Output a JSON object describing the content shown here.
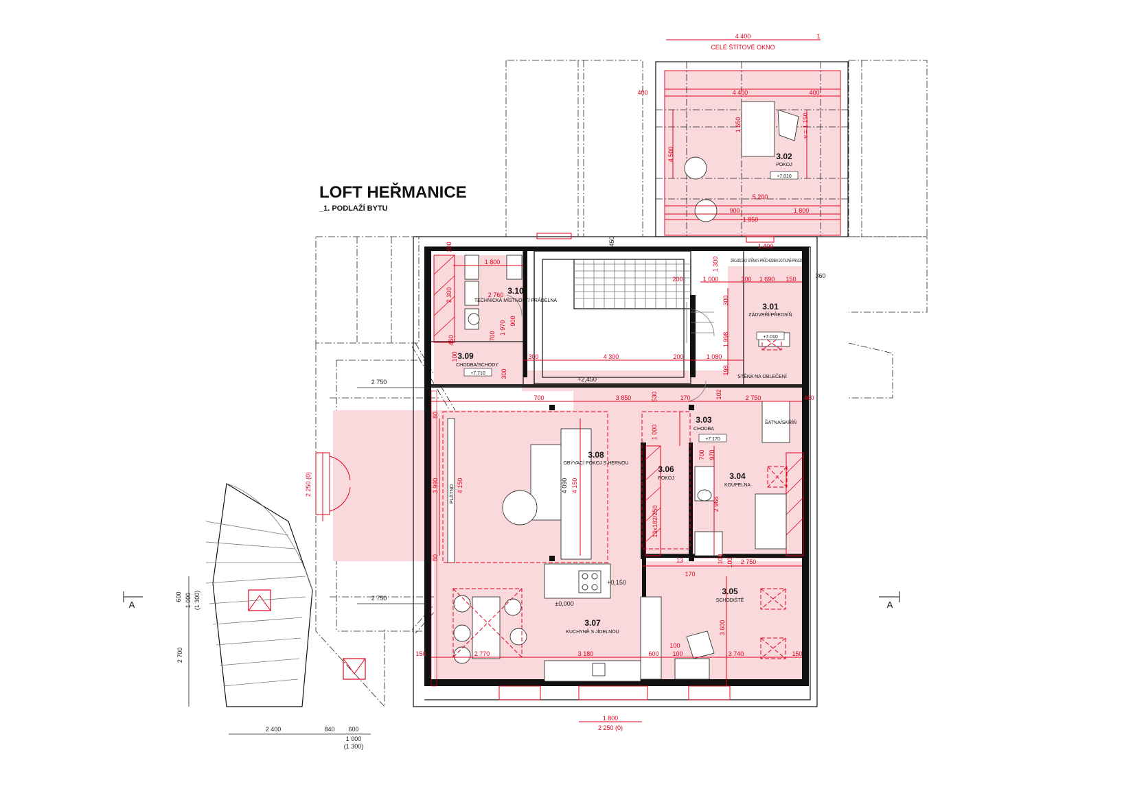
{
  "project": {
    "title": "LOFT HEŘMANICE",
    "subtitle": "_1. PODLAŽÍ BYTU"
  },
  "gable_window_label": "CELÉ ŠTÍTOVÉ OKNO",
  "rooms": [
    {
      "id": "3.01",
      "name": "ZÁDVEŘÍ/PŘEDSÍŇ",
      "level": "+7.010"
    },
    {
      "id": "3.02",
      "name": "POKOJ",
      "level": "+7.010"
    },
    {
      "id": "3.03",
      "name": "CHODBA",
      "level": "+7.170"
    },
    {
      "id": "3.04",
      "name": "KOUPELNA",
      "level": ""
    },
    {
      "id": "3.05",
      "name": "SCHODIŠTĚ",
      "level": ""
    },
    {
      "id": "3.06",
      "name": "POKOJ",
      "level": ""
    },
    {
      "id": "3.07",
      "name": "KUCHYNĚ S JÍDELNOU",
      "level": ""
    },
    {
      "id": "3.08",
      "name": "OBÝVACÍ POKOJ S HERNOU",
      "level": ""
    },
    {
      "id": "3.09",
      "name": "CHODBA/SCHODY",
      "level": "+7.710"
    },
    {
      "id": "3.10",
      "name": "TECHNICKÁ MÍSTNOST/ PRÁDELNA",
      "level": ""
    }
  ],
  "notes": {
    "mirror_wall": "ZRCADLOVÁ STĚNA S PRŮCHODEM DO TAJNÉ PRACOVNY",
    "wardrobe": "ŠATNA/SKŘÍŇ",
    "clothes_wall": "STĚNA NA OBLEČENÍ",
    "screen": "PLÁTNO",
    "stairs": "13x182/250"
  },
  "levels": {
    "stair_landing": "+2,450",
    "hob": "+0,150",
    "floor": "±0,000"
  },
  "section_marker": "A",
  "dimensions_red": {
    "gable_top_width": "4 400",
    "gable_top_right": "1",
    "room302_left": "400",
    "room302_mid": "4 400",
    "room302_right": "400",
    "room302_height": "4 500",
    "room302_v": "v = 1 150",
    "room302_h": "1 650",
    "room302_w": "5 200",
    "room302_900": "900",
    "room302_1800": "1 800",
    "room302_1850": "1 850",
    "room310_1800": "1 800",
    "room310_2760": "2 760",
    "room310_2300": "2 300",
    "room310_1970": "1 970",
    "room310_700": "700",
    "room310_200": "200",
    "room310_900": "900",
    "room309_300a": "300",
    "room309_300b": "300",
    "room309_100": "100",
    "room309_450": "450",
    "stair_4300": "4 300",
    "stair_200": "200",
    "stair_200b": "200",
    "stair_1000": "1 000",
    "stair_1300": "1 300",
    "room301_300": "300",
    "room301_1690": "1 690",
    "room301_150": "150",
    "room301_1080": "1 080",
    "room301_1998": "1 998",
    "room301_300b": "300",
    "room301_198": "198",
    "room301_102": "102",
    "room301_1400": "1 400",
    "room308_700": "700",
    "room308_3850": "3 850",
    "room308_530": "530",
    "room308_170": "170",
    "room308_4150": "4 150",
    "room308_4150b": "4 150",
    "room308_3990": "3 990",
    "room308_80a": "80",
    "room308_80b": "80",
    "room308_1000": "1 000",
    "room308_100": "100",
    "room303_2750": "2 750",
    "room303_460": "460",
    "room303_700": "700",
    "room303_970": "970",
    "room304_2966": "2 966",
    "room304_100": "100",
    "room306_2750": "2 750",
    "room306_170": "170",
    "room306_3600": "3 600",
    "room306_100": "100",
    "room306_3740": "3 740",
    "room306_150": "150",
    "room307_150": "150",
    "room307_2770": "2 770",
    "room307_3180": "3 180",
    "room307_600": "600",
    "room307_100": "100",
    "room305_13": "13",
    "window_2250_left": "2 250 (0)",
    "bottom_1800": "1 800",
    "bottom_2250": "2 250 (0)"
  },
  "dimensions_black": {
    "roof_2750_top": "2 750",
    "roof_2750_bot": "2 750",
    "room360": "360",
    "room450": "450",
    "room4090": "4 090",
    "scale_2400": "2 400",
    "scale_840": "840",
    "scale_600": "600",
    "scale_1000": "1 000",
    "scale_1300": "(1 300)",
    "left_600": "600",
    "left_1000": "1 000",
    "left_1300": "(1 300)",
    "left_2700": "2 700"
  },
  "colors": {
    "room_fill": "#f9d9dc",
    "red": "#e3001b",
    "wall": "#111111"
  }
}
